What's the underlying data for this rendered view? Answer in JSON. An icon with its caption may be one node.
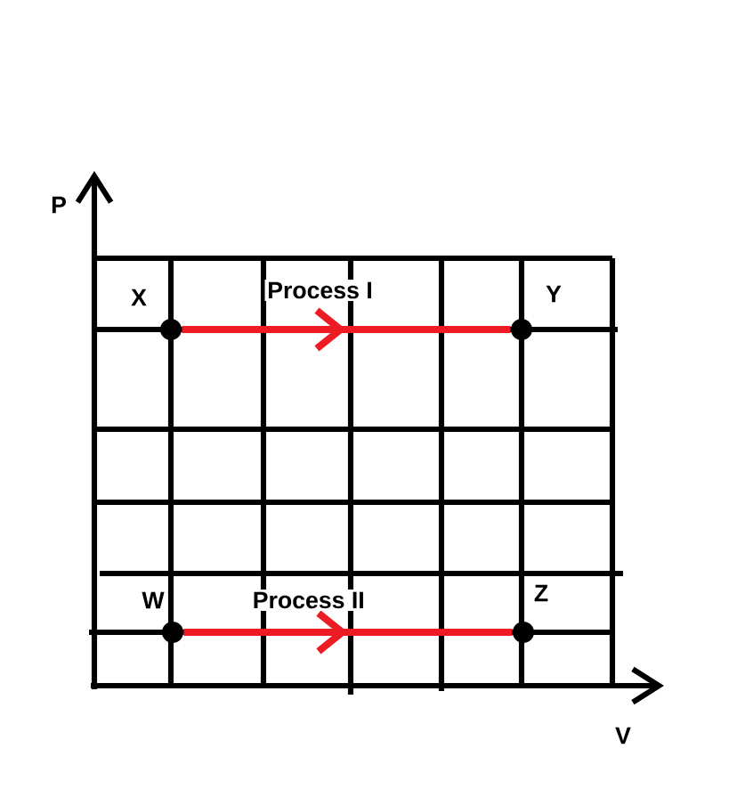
{
  "diagram": {
    "nodes": [
      {
        "text": [
          "X"
        ]
      },
      {
        "text": [
          "Y"
        ]
      },
      {
        "text": [
          "W"
        ]
      },
      {
        "text": [
          "Z"
        ]
      }
    ],
    "edges": [
      {
        "from": 0,
        "to": 1,
        "arrow": "to",
        "label": "Process I"
      },
      {
        "from": 2,
        "to": 3,
        "arrow": "to",
        "label": "Process II"
      }
    ],
    "labels": [
      "P",
      "V"
    ]
  }
}
